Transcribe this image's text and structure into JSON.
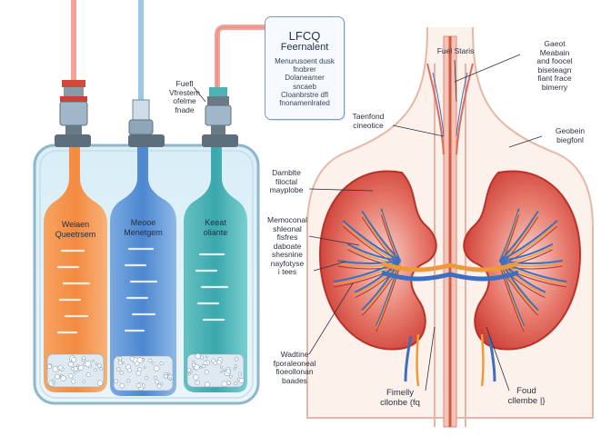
{
  "callout": {
    "title": "LFCQ",
    "subtitle": "Feernalent",
    "body": "Menurusoent dusk\nfnobrer\nDolaneamer\nsncaeb\nCloanbrstre dfl\nfnonamenlrated"
  },
  "left_labels": {
    "tube_label": "Fuefl\nVfrestem\nofelme\nfnade",
    "bottle_orange": "Weiaen\nQueetrsem",
    "bottle_blue": "Meooe\nMenetgem",
    "bottle_teal": "Keeat\noliante"
  },
  "right_labels": {
    "top_center": "Fuel Staris",
    "top_right": "Gaeot\nMeabain\nand foocel\nbiseteagn\nfiant frace\nbimerry",
    "trachea_label": "Taenfond\ncineotice",
    "right_mid": "Geobein\nbiegfonl",
    "upper_left": "Damblte\nfiloctal\nmayplobe",
    "middle_left": "Memoconal\nshleonal\nfisfres\ndaboate\nshesnine\nnayfotyse\ni tees",
    "bottom_left": "Wadtine\nfporaleoneal\nfioeollonan\nbaades",
    "bottom_mid": "Fimelly\ncllonbe (fq",
    "bottom_right": "Foud\ncllembe |}"
  },
  "colors": {
    "orange": "#f5934d",
    "blue": "#5d95d6",
    "teal": "#4fb3b3",
    "tank_border": "#8fb7cc",
    "kidney": "#d8443a",
    "vessel_blue": "#3c6fc0",
    "vessel_orange": "#ef9a3a",
    "body_outline": "#e7b7a6"
  },
  "icons": [
    "tube-connector-icon",
    "bubble-media-icon",
    "kidney-icon",
    "blood-vessel-icon"
  ]
}
